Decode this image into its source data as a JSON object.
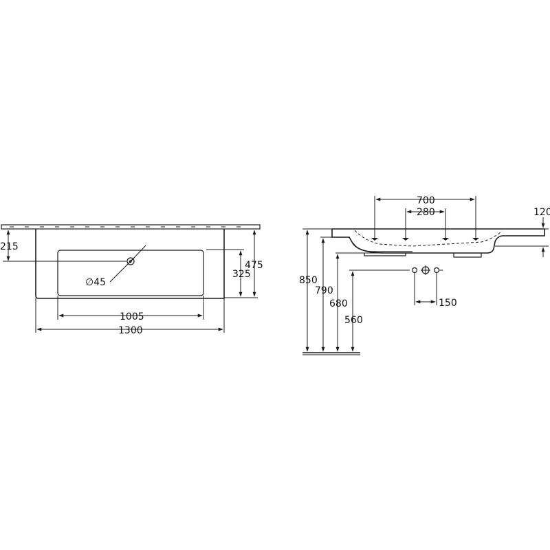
{
  "top_view": {
    "dim_215": "215",
    "dim_475": "475",
    "dim_325": "325",
    "dim_45": "45",
    "diameter_symbol": "∅",
    "dim_1005": "1005",
    "dim_1300": "1300"
  },
  "side_view": {
    "dim_700": "700",
    "dim_280": "280",
    "dim_120": "120",
    "dim_850": "850",
    "dim_790": "790",
    "dim_680": "680",
    "dim_560": "560",
    "dim_150": "150"
  }
}
